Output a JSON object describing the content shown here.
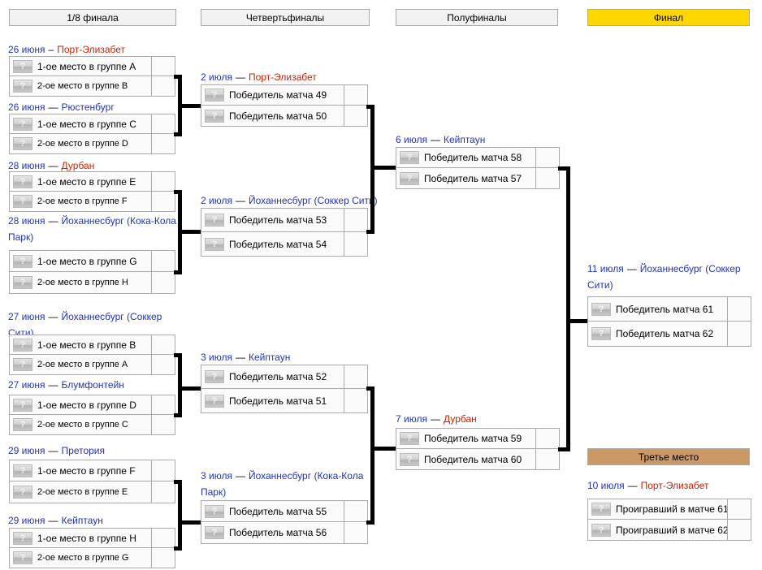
{
  "headers": {
    "r16": "1/8 финала",
    "qf": "Четвертьфиналы",
    "sf": "Полуфиналы",
    "final": "Финал",
    "third_place": "Третье место"
  },
  "flag": {
    "placeholder": "?"
  },
  "colors": {
    "link_blue": "#2233BB",
    "link_red": "#CC2200",
    "final_header_bg": "#FFD700",
    "third_header_bg": "#CC9966",
    "header_bg": "#F2F2F2",
    "box_border": "#AAAAAA",
    "connector": "#000000"
  },
  "matches": {
    "m1": {
      "date": "26 июня",
      "dash": "–",
      "venue": "Порт-Элизабет",
      "home": "1-ое место в группе A",
      "away": "2-ое место в группе B",
      "home_score": "",
      "away_score": ""
    },
    "m2": {
      "date": "26 июня",
      "dash": "—",
      "venue": "Рюстенбург",
      "home": "1-ое место в группе C",
      "away": "2-ое место в группе D",
      "home_score": "",
      "away_score": ""
    },
    "m3": {
      "date": "28 июня",
      "dash": "—",
      "venue": "Дурбан",
      "home": "1-ое место в группе E",
      "away": "2-ое место в группе F",
      "home_score": "",
      "away_score": ""
    },
    "m4": {
      "date": "28 июня",
      "dash": "—",
      "venue": "Йоханнесбург (Кока-Кола Парк)",
      "home": "1-ое место в группе G",
      "away": "2-ое место в группе H",
      "home_score": "",
      "away_score": ""
    },
    "m5": {
      "date": "27 июня",
      "dash": "—",
      "venue": "Йоханнесбург (Соккер Сити)",
      "home": "1-ое место в группе B",
      "away": "2-ое место в группе A",
      "home_score": "",
      "away_score": ""
    },
    "m6": {
      "date": "27 июня",
      "dash": "—",
      "venue": "Блумфонтейн",
      "home": "1-ое место в группе D",
      "away": "2-ое место в группе C",
      "home_score": "",
      "away_score": ""
    },
    "m7": {
      "date": "29 июня",
      "dash": "—",
      "venue": "Претория",
      "home": "1-ое место в группе F",
      "away": "2-ое место в группе E",
      "home_score": "",
      "away_score": ""
    },
    "m8": {
      "date": "29 июня",
      "dash": "—",
      "venue": "Кейптаун",
      "home": "1-ое место в группе H",
      "away": "2-ое место в группе G",
      "home_score": "",
      "away_score": ""
    },
    "qf1": {
      "date": "2 июля",
      "dash": "—",
      "venue": "Порт-Элизабет",
      "home": "Победитель матча 49",
      "away": "Победитель матча 50",
      "home_score": "",
      "away_score": ""
    },
    "qf2": {
      "date": "2 июля",
      "dash": "—",
      "venue": "Йоханнесбург (Соккер Сити)",
      "home": "Победитель матча 53",
      "away": "Победитель матча 54",
      "home_score": "",
      "away_score": ""
    },
    "qf3": {
      "date": "3 июля",
      "dash": "—",
      "venue": "Кейптаун",
      "home": "Победитель матча 52",
      "away": "Победитель матча 51",
      "home_score": "",
      "away_score": ""
    },
    "qf4": {
      "date": "3 июля",
      "dash": "—",
      "venue": "Йоханнесбург (Кока-Кола Парк)",
      "home": "Победитель матча 55",
      "away": "Победитель матча 56",
      "home_score": "",
      "away_score": ""
    },
    "sf1": {
      "date": "6 июля",
      "dash": "—",
      "venue": "Кейптаун",
      "home": "Победитель матча 58",
      "away": "Победитель матча 57",
      "home_score": "",
      "away_score": ""
    },
    "sf2": {
      "date": "7 июля",
      "dash": "—",
      "venue": "Дурбан",
      "home": "Победитель матча 59",
      "away": "Победитель матча 60",
      "home_score": "",
      "away_score": ""
    },
    "final": {
      "date": "11 июля",
      "dash": "—",
      "venue": "Йоханнесбург (Соккер Сити)",
      "home": "Победитель матча 61",
      "away": "Победитель матча 62",
      "home_score": "",
      "away_score": ""
    },
    "third": {
      "date": "10 июля",
      "dash": "—",
      "venue": "Порт-Элизабет",
      "home": "Проигравший в матче 61",
      "away": "Проигравший в матче 62",
      "home_score": "",
      "away_score": ""
    }
  }
}
